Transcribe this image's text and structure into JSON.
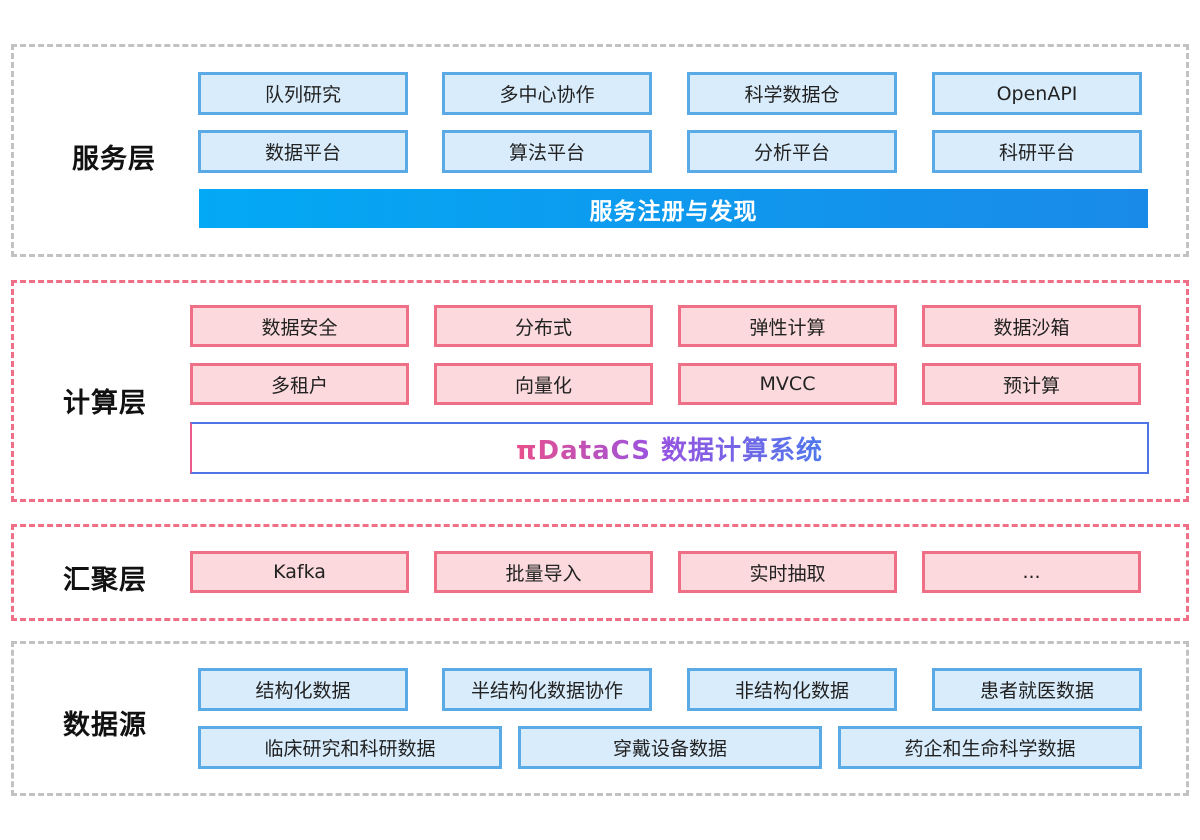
{
  "service_layer": {
    "title": "服务层",
    "row1": [
      "队列研究",
      "多中心协作",
      "科学数据仓",
      "OpenAPI"
    ],
    "row2": [
      "数据平台",
      "算法平台",
      "分析平台",
      "科研平台"
    ],
    "bar": "服务注册与发现"
  },
  "compute_layer": {
    "title": "计算层",
    "row1": [
      "数据安全",
      "分布式",
      "弹性计算",
      "数据沙箱"
    ],
    "row2": [
      "多租户",
      "向量化",
      "MVCC",
      "预计算"
    ],
    "bar": "πDataCS 数据计算系统"
  },
  "aggregation_layer": {
    "title": "汇聚层",
    "row1": [
      "Kafka",
      "批量导入",
      "实时抽取",
      "..."
    ]
  },
  "data_source_layer": {
    "title": "数据源",
    "row1": [
      "结构化数据",
      "半结构化数据协作",
      "非结构化数据",
      "患者就医数据"
    ],
    "row2": [
      "临床研究和科研数据",
      "穿戴设备数据",
      "药企和生命科学数据"
    ]
  },
  "colors": {
    "blue_fill": "#d9ecfb",
    "blue_border": "#5aaae6",
    "pink_fill": "#fbd9dc",
    "pink_border": "#ef6f86",
    "gray_dash": "#c2c2c2"
  }
}
